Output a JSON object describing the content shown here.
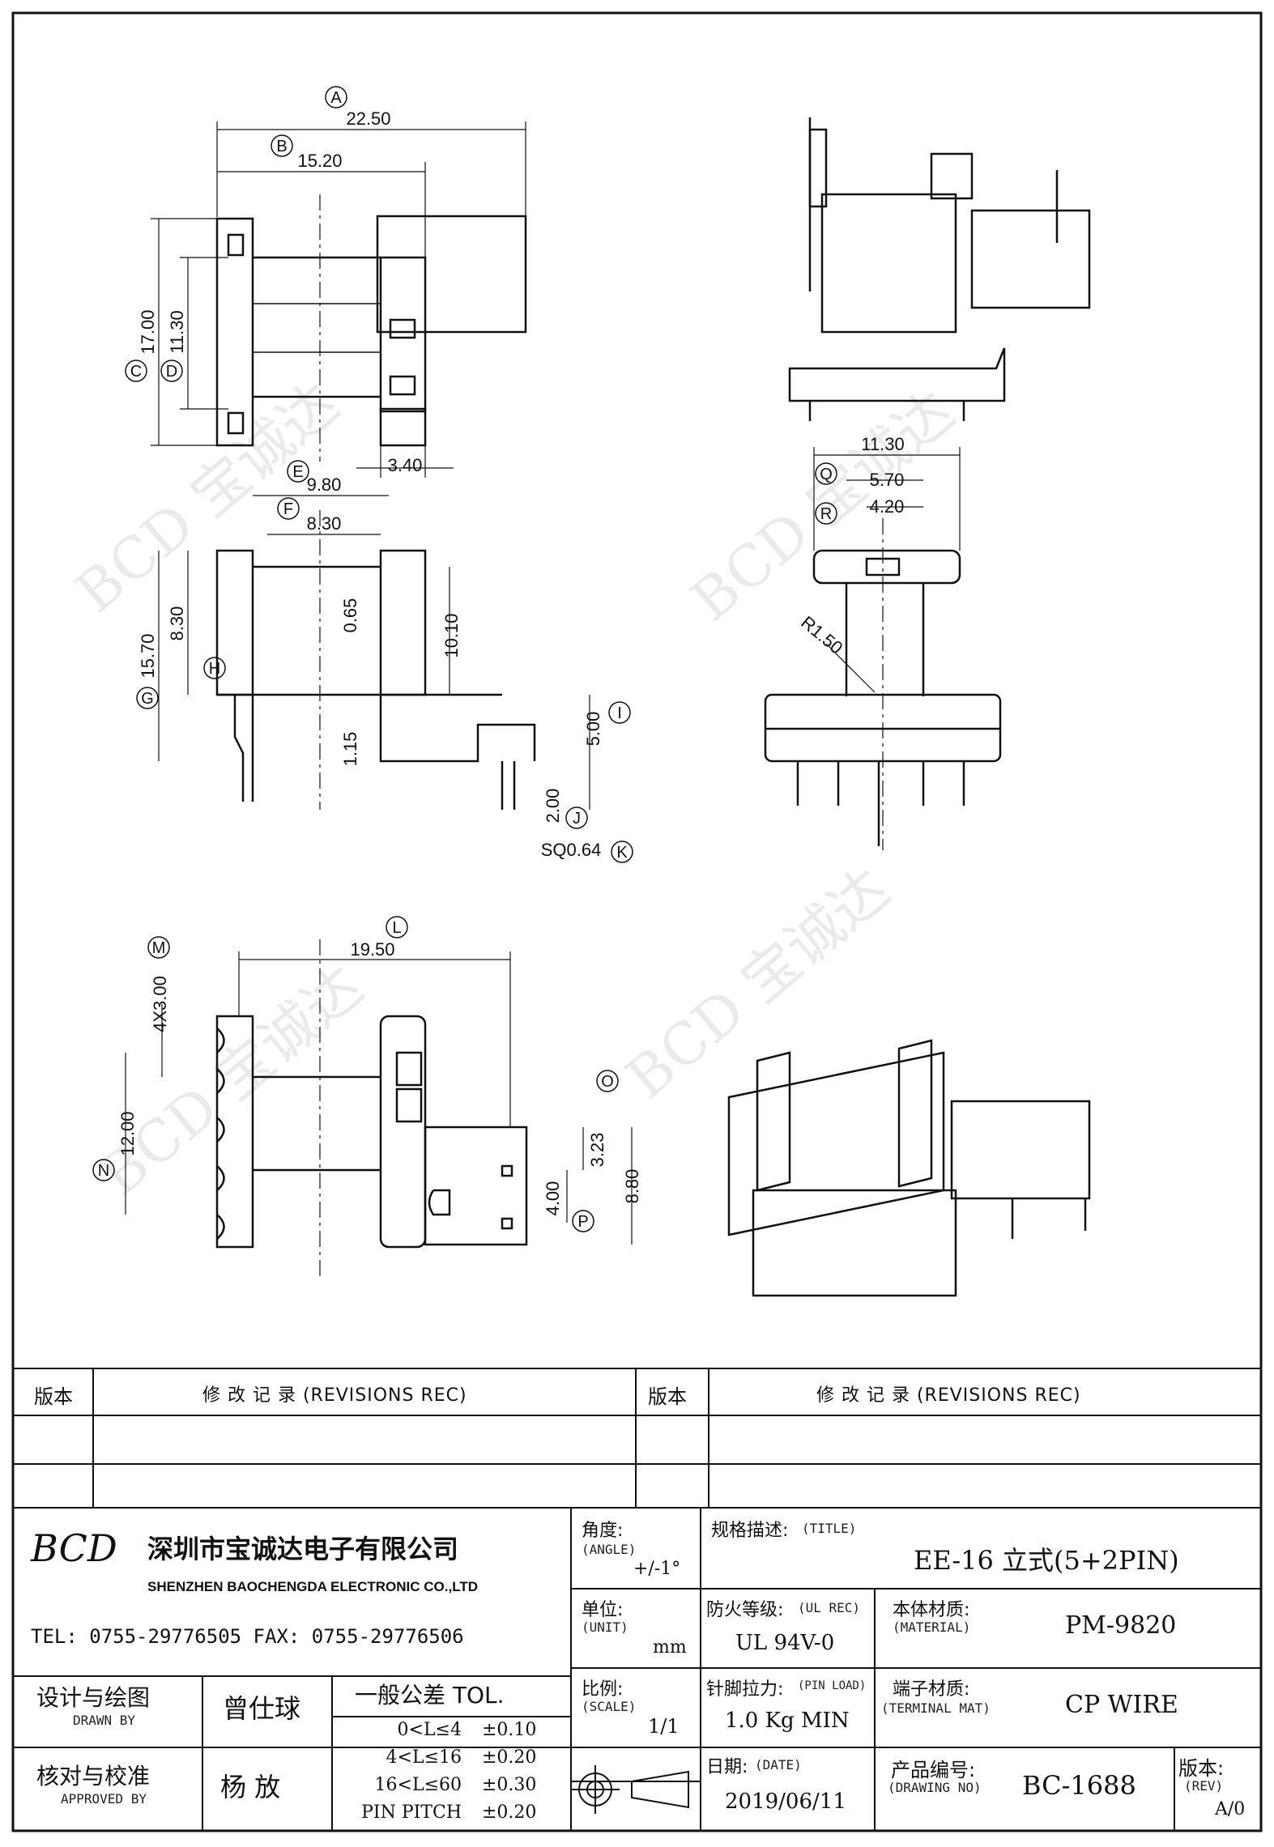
{
  "drawing": {
    "top_view": {
      "dims": [
        {
          "id": "A",
          "value": "22.50"
        },
        {
          "id": "B",
          "value": "15.20"
        },
        {
          "id": "C",
          "value": "17.00"
        },
        {
          "id": "D",
          "value": "11.30"
        },
        {
          "id": "",
          "value": "3.40"
        }
      ]
    },
    "side_view": {
      "dims": [
        {
          "id": "E",
          "value": "9.80"
        },
        {
          "id": "F",
          "value": "8.30"
        },
        {
          "id": "G",
          "value": "15.70"
        },
        {
          "id": "H",
          "value": "8.30"
        },
        {
          "id": "",
          "value": "0.65"
        },
        {
          "id": "",
          "value": "10.10"
        },
        {
          "id": "",
          "value": "1.15"
        },
        {
          "id": "I",
          "value": "5.00"
        },
        {
          "id": "J",
          "value": "2.00"
        },
        {
          "id": "K",
          "value": "SQ0.64"
        }
      ]
    },
    "front_view": {
      "dims": [
        {
          "id": "Q",
          "value": "11.30"
        },
        {
          "id": "R",
          "value": "5.70"
        },
        {
          "id": "",
          "value": "4.20"
        },
        {
          "id": "",
          "value": "R1.50"
        }
      ]
    },
    "bottom_view": {
      "dims": [
        {
          "id": "L",
          "value": "19.50"
        },
        {
          "id": "M",
          "value": "4X3.00"
        },
        {
          "id": "N",
          "value": "12.00"
        },
        {
          "id": "O",
          "value": "3.23"
        },
        {
          "id": "P",
          "value": "4.00"
        },
        {
          "id": "",
          "value": "8.80"
        }
      ]
    }
  },
  "revisions": {
    "ver_label": "版本",
    "rec_label": "修  改  记  录  (REVISIONS REC)"
  },
  "company": {
    "logo": "BCD",
    "name_cn": "深圳市宝诚达电子有限公司",
    "name_en": "SHENZHEN BAOCHENGDA ELECTRONIC CO.,LTD",
    "tel_fax": "TEL: 0755-29776505  FAX: 0755-29776506"
  },
  "title_block": {
    "angle_label": "角度:",
    "angle_sub": "(ANGLE)",
    "angle_value": "+/-1°",
    "title_label": "规格描述:",
    "title_sub": "(TITLE)",
    "title_value": "EE-16 立式(5+2PIN)",
    "unit_label": "单位:",
    "unit_sub": "(UNIT)",
    "unit_value": "mm",
    "ul_label": "防火等级:",
    "ul_sub": "(UL REC)",
    "ul_value": "UL 94V-0",
    "material_label": "本体材质:",
    "material_sub": "(MATERIAL)",
    "material_value": "PM-9820",
    "drawn_label": "设计与绘图",
    "drawn_sub": "DRAWN BY",
    "drawn_value": "曾仕球",
    "tol_title": "一般公差 TOL.",
    "tol_rows": [
      {
        "range": "0<L≤4",
        "value": "±0.10"
      },
      {
        "range": "4<L≤16",
        "value": "±0.20"
      },
      {
        "range": "16<L≤60",
        "value": "±0.30"
      },
      {
        "range": "PIN PITCH",
        "value": "±0.20"
      }
    ],
    "scale_label": "比例:",
    "scale_sub": "(SCALE)",
    "scale_value": "1/1",
    "pinload_label": "针脚拉力:",
    "pinload_sub": "(PIN LOAD)",
    "pinload_value": "1.0 Kg MIN",
    "terminal_label": "端子材质:",
    "terminal_sub": "(TERMINAL MAT)",
    "terminal_value": "CP WIRE",
    "approved_label": "核对与校准",
    "approved_sub": "APPROVED BY",
    "approved_value": "杨  放",
    "date_label": "日期:",
    "date_sub": "(DATE)",
    "date_value": "2019/06/11",
    "drawing_no_label": "产品编号:",
    "drawing_no_sub": "(DRAWING NO)",
    "drawing_no_value": "BC-1688",
    "rev_label": "版本:",
    "rev_sub": "(REV)",
    "rev_value": "A/0"
  }
}
